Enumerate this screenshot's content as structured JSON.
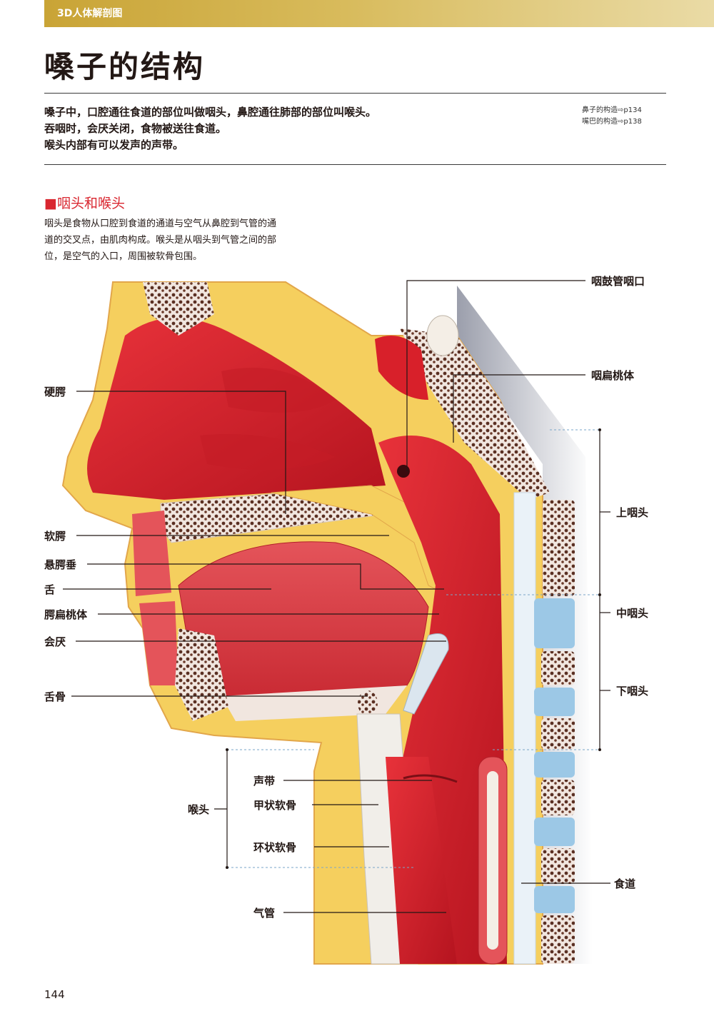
{
  "header": {
    "series_label": "3D人体解剖图"
  },
  "title": "嗓子的结构",
  "intro": [
    "嗓子中，口腔通往食道的部位叫做咽头，鼻腔通往肺部的部位叫喉头。",
    "吞咽时，会厌关闭，食物被送往食道。",
    "喉头内部有可以发声的声带。"
  ],
  "cross_refs": [
    "鼻子的构造⇨p134",
    "嘴巴的构造⇨p138"
  ],
  "section": {
    "heading": "■咽头和喉头",
    "body": [
      "咽头是食物从口腔到食道的通道与空气从鼻腔到气管的通",
      "道的交叉点，由肌肉构成。喉头是从咽头到气管之间的部",
      "位，是空气的入口，周围被软骨包围。"
    ]
  },
  "labels": {
    "hard_palate": "硬腭",
    "soft_palate": "软腭",
    "uvula": "悬腭垂",
    "tongue": "舌",
    "palatine_tonsil": "腭扁桃体",
    "epiglottis": "会厌",
    "hyoid": "舌骨",
    "eustachian_opening": "咽鼓管咽口",
    "pharyngeal_tonsil": "咽扁桃体",
    "nasopharynx": "上咽头",
    "oropharynx": "中咽头",
    "laryngopharynx": "下咽头",
    "vocal_cords": "声带",
    "thyroid_cartilage": "甲状软骨",
    "cricoid_cartilage": "环状软骨",
    "larynx": "喉头",
    "trachea": "气管",
    "esophagus": "食道"
  },
  "page_number": "144",
  "colors": {
    "header_gold": "#c9a436",
    "section_red": "#d9262f",
    "tissue_red": "#d8202a",
    "fat_yellow": "#f5cf5e",
    "bone_brown": "#5a2f22",
    "vertebra_blue": "#9cc8e6"
  }
}
